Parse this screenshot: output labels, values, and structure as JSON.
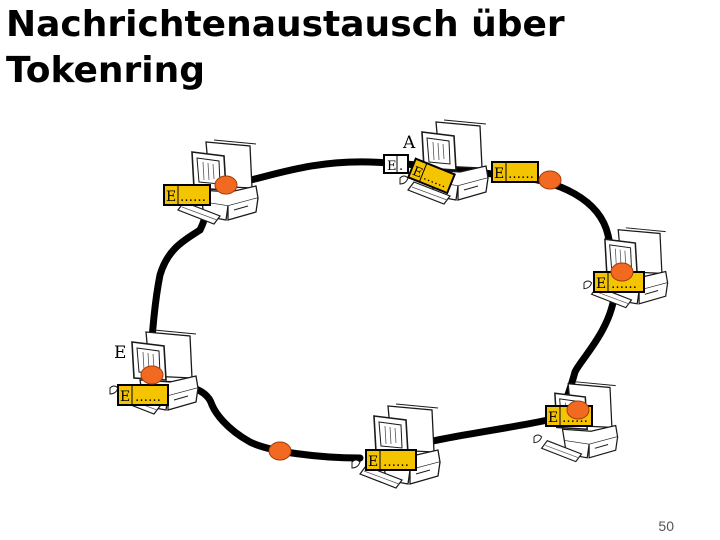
{
  "title": {
    "line1": "Nachrichtenaustausch über",
    "line2": "Tokenring"
  },
  "labels": {
    "sender": "A",
    "receiver": "E"
  },
  "message": {
    "dest": "E",
    "dots": "……",
    "dest_short": "E",
    "dots_short": "."
  },
  "colors": {
    "token": "#f26a21",
    "token_stroke": "#a33c08",
    "message_fill": "#f5c400",
    "ring": "#000000",
    "computer_fill": "#ffffff",
    "computer_stroke": "#1a1a1a"
  },
  "icons": [
    "computer-icon",
    "token-icon",
    "message-frame"
  ],
  "page_number": "50"
}
